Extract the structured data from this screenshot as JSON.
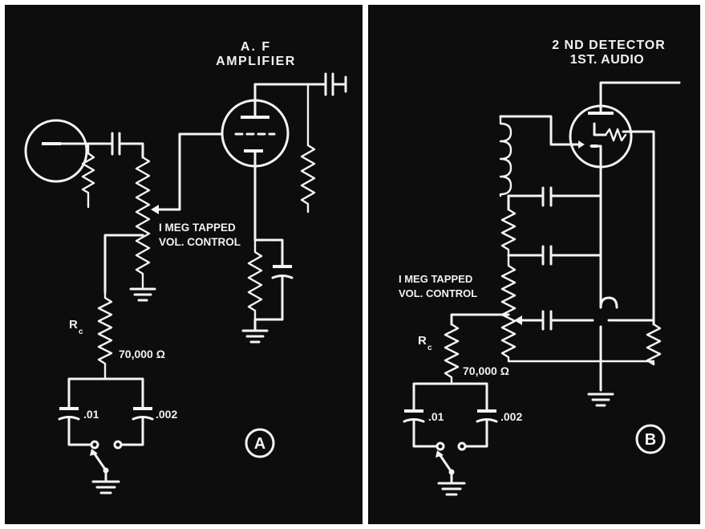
{
  "panel_a": {
    "title_line1": "A. F",
    "title_line2": "AMPLIFIER",
    "vol_label_line1": "I MEG TAPPED",
    "vol_label_line2": "VOL. CONTROL",
    "rc_label": "R",
    "rc_sub": "c",
    "resistor_value": "70,000 Ω",
    "cap1_value": ".01",
    "cap2_value": ".002",
    "panel_letter": "A"
  },
  "panel_b": {
    "title_line1": "2 ND DETECTOR",
    "title_line2": "1ST. AUDIO",
    "vol_label_line1": "I MEG TAPPED",
    "vol_label_line2": "VOL. CONTROL",
    "rc_label": "R",
    "rc_sub": "c",
    "resistor_value": "70,000 Ω",
    "cap1_value": ".01",
    "cap2_value": ".002",
    "panel_letter": "B"
  },
  "colors": {
    "background": "#0d0d0d",
    "ink": "#f4f4f4",
    "border": "#ffffff"
  }
}
